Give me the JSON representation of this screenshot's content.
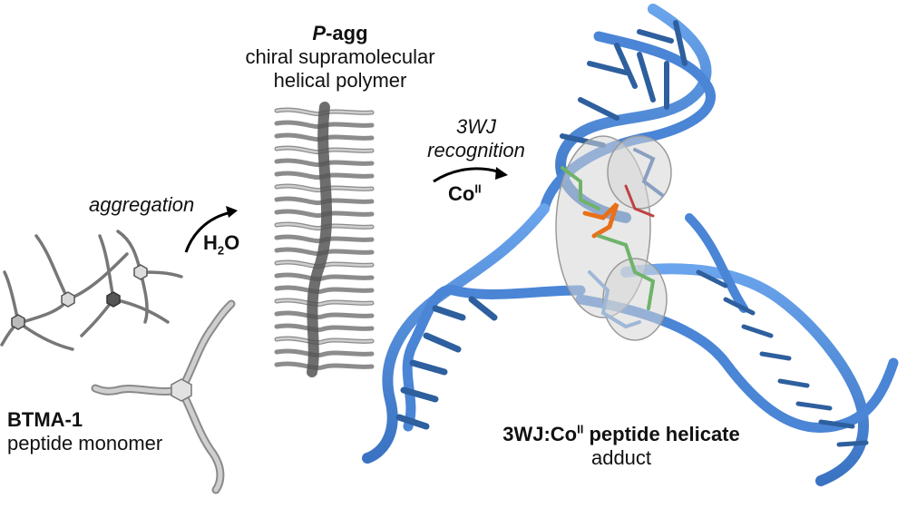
{
  "monomer": {
    "name": "BTMA-1",
    "description": "peptide monomer"
  },
  "step1": {
    "label": "aggregation",
    "reagent_main": "H",
    "reagent_sub": "2",
    "reagent_tail": "O"
  },
  "polymer": {
    "name_italic": "P",
    "name_rest": "-agg",
    "line1": "chiral supramolecular",
    "line2": "helical polymer"
  },
  "step2": {
    "line1": "3WJ",
    "line2": "recognition",
    "reagent_main": "Co",
    "reagent_sup": "II"
  },
  "adduct": {
    "bold_main": "3WJ:Co",
    "bold_sup": "II",
    "bold_rest": " peptide helicate",
    "line2": "adduct"
  },
  "colors": {
    "dna_light": "#4f8ede",
    "dna_dark": "#2e5f9e",
    "peptide": "#9a9a9a",
    "peptide_dark": "#555555",
    "surface": "#bdbdbd",
    "ligand_orange": "#e8701a",
    "ligand_green": "#6fb36a",
    "arrow": "#000000"
  }
}
